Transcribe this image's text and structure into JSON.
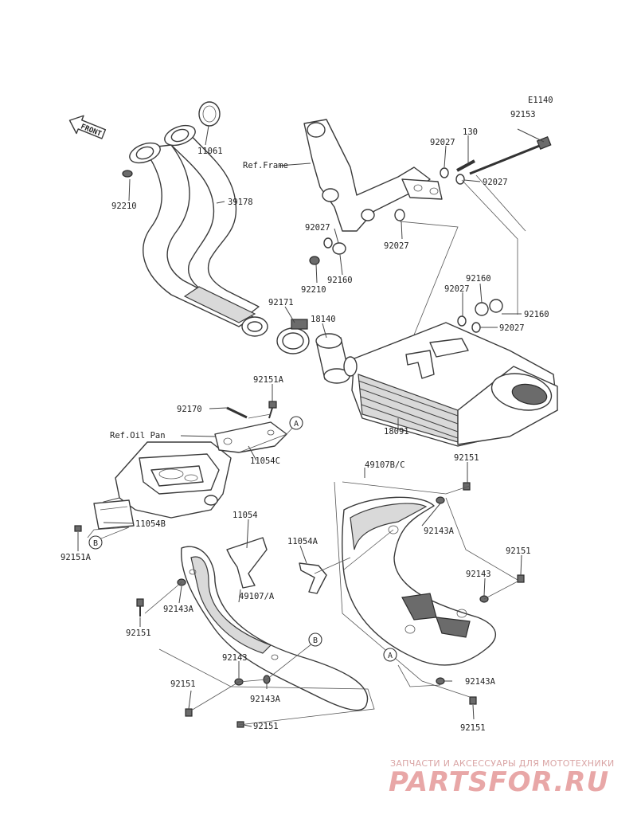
{
  "diagram": {
    "code": "E1140",
    "front_label": "FRONT",
    "labels": {
      "l_92153": "92153",
      "l_130": "130",
      "l_92027_a": "92027",
      "l_92027_b": "92027",
      "l_ref_frame": "Ref.Frame",
      "l_11061": "11061",
      "l_39178": "39178",
      "l_92210_a": "92210",
      "l_92027_c": "92027",
      "l_92027_d": "92027",
      "l_92210_b": "92210",
      "l_92160_a": "92160",
      "l_92160_b": "92160",
      "l_92027_e": "92027",
      "l_92160_c": "92160",
      "l_92027_f": "92027",
      "l_92171": "92171",
      "l_18140": "18140",
      "l_92151a_a": "92151A",
      "l_92170": "92170",
      "l_ref_oil_pan": "Ref.Oil Pan",
      "l_11054c": "11054C",
      "l_18091": "18091",
      "l_49107bc": "49107B/C",
      "l_92151_a": "92151",
      "l_92143a_a": "92143A",
      "l_11054b": "11054B",
      "l_92151a_b": "92151A",
      "l_11054": "11054",
      "l_11054a": "11054A",
      "l_92151_b": "92151",
      "l_92143": "92143",
      "l_49107a": "49107/A",
      "l_92143a_b": "92143A",
      "l_92151_c": "92151",
      "l_92143_b": "92143",
      "l_92151_d": "92151",
      "l_92143a_c": "92143A",
      "l_92151_e": "92151",
      "l_92143a_d": "92143A",
      "l_92151_f": "92151"
    },
    "callouts": {
      "a_right": "A",
      "a_lower": "A",
      "b_left": "B",
      "b_right": "B"
    }
  },
  "watermark": {
    "tagline": "ЗАПЧАСТИ И АКСЕССУАРЫ ДЛЯ МОТОТЕХНИКИ",
    "brand": "PARTSFOR.RU"
  },
  "colors": {
    "ink": "#3a3a3a",
    "watermark": "#e8a7a7"
  }
}
